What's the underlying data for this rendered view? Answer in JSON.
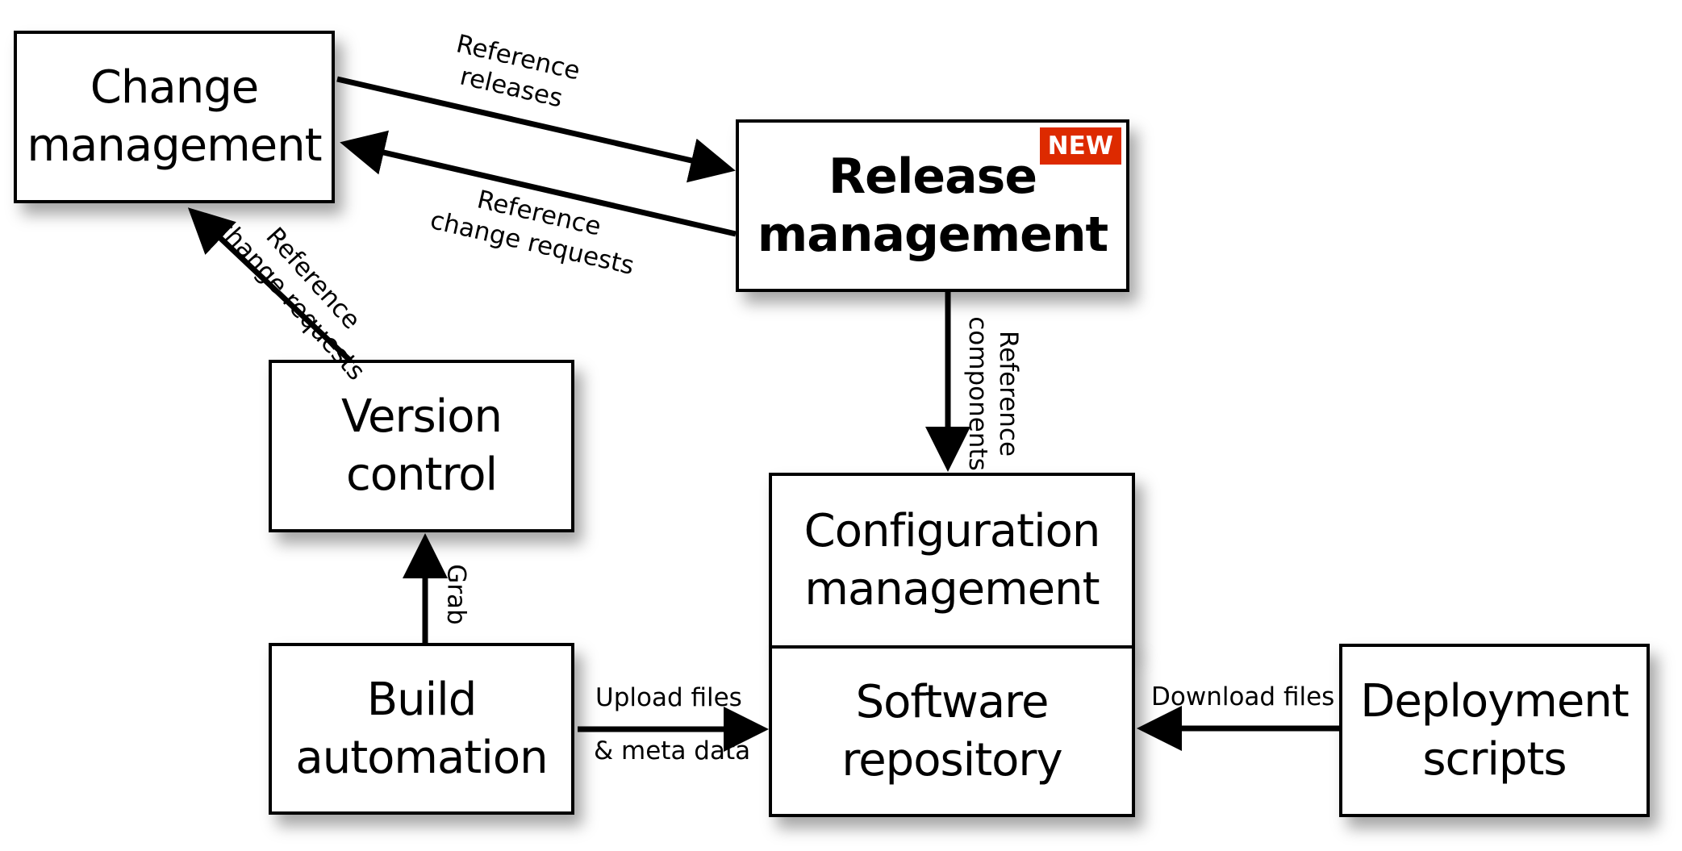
{
  "nodes": {
    "change_management": {
      "label": [
        "Change",
        "management"
      ]
    },
    "release_management": {
      "label": [
        "Release",
        "management"
      ],
      "badge": "NEW",
      "badge_color": "#dd2a00"
    },
    "version_control": {
      "label": [
        "Version",
        "control"
      ]
    },
    "build_automation": {
      "label": [
        "Build",
        "automation"
      ]
    },
    "configuration_management": {
      "label": [
        "Configuration",
        "management"
      ]
    },
    "software_repository": {
      "label": [
        "Software",
        "repository"
      ]
    },
    "deployment_scripts": {
      "label": [
        "Deployment",
        "scripts"
      ]
    }
  },
  "edges": {
    "cm_to_rm": {
      "label": [
        "Reference",
        "releases"
      ],
      "from": "Change management",
      "to": "Release management"
    },
    "rm_to_cm": {
      "label": [
        "Reference",
        "change requests"
      ],
      "from": "Release management",
      "to": "Change management"
    },
    "vc_to_cm": {
      "label": [
        "Reference",
        "change requests"
      ],
      "from": "Version control",
      "to": "Change management"
    },
    "rm_to_cfg": {
      "label": [
        "Reference",
        "components"
      ],
      "from": "Release management",
      "to": "Configuration management"
    },
    "ba_to_vc": {
      "label": [
        "Grab"
      ],
      "from": "Build automation",
      "to": "Version control"
    },
    "ba_to_sr": {
      "label": [
        "Upload files",
        "& meta data"
      ],
      "from": "Build automation",
      "to": "Software repository"
    },
    "ds_to_sr": {
      "label": [
        "Download files"
      ],
      "from": "Deployment scripts",
      "to": "Software repository"
    }
  }
}
